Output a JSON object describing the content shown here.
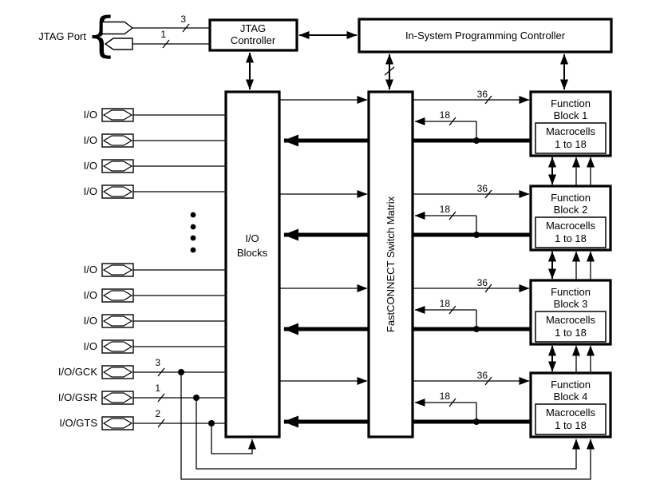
{
  "page": {
    "background": "#ffffff",
    "ink": "#000000"
  },
  "jtag_port": {
    "label": "JTAG Port",
    "in_bus_width": "3",
    "out_bus_width": "1"
  },
  "jtag_controller": {
    "name_line1": "JTAG",
    "name_line2": "Controller"
  },
  "isp_controller": {
    "name": "In-System Programming Controller"
  },
  "io_blocks": {
    "name_line1": "I/O",
    "name_line2": "Blocks"
  },
  "switch_matrix": {
    "name": "FastCONNECT Switch Matrix"
  },
  "io_pins": {
    "plain": [
      "I/O",
      "I/O",
      "I/O",
      "I/O",
      "I/O",
      "I/O",
      "I/O",
      "I/O"
    ],
    "special": [
      {
        "label": "I/O/GCK",
        "bus_width": "3"
      },
      {
        "label": "I/O/GSR",
        "bus_width": "1"
      },
      {
        "label": "I/O/GTS",
        "bus_width": "2"
      }
    ]
  },
  "function_blocks": [
    {
      "name_line1": "Function",
      "name_line2": "Block 1",
      "macrocells_line1": "Macrocells",
      "macrocells_line2": "1 to 18",
      "input_bus_width": "36",
      "feedback_bus_width": "18"
    },
    {
      "name_line1": "Function",
      "name_line2": "Block 2",
      "macrocells_line1": "Macrocells",
      "macrocells_line2": "1 to 18",
      "input_bus_width": "36",
      "feedback_bus_width": "18"
    },
    {
      "name_line1": "Function",
      "name_line2": "Block 3",
      "macrocells_line1": "Macrocells",
      "macrocells_line2": "1 to 18",
      "input_bus_width": "36",
      "feedback_bus_width": "18"
    },
    {
      "name_line1": "Function",
      "name_line2": "Block 4",
      "macrocells_line1": "Macrocells",
      "macrocells_line2": "1 to 18",
      "input_bus_width": "36",
      "feedback_bus_width": "18"
    }
  ]
}
